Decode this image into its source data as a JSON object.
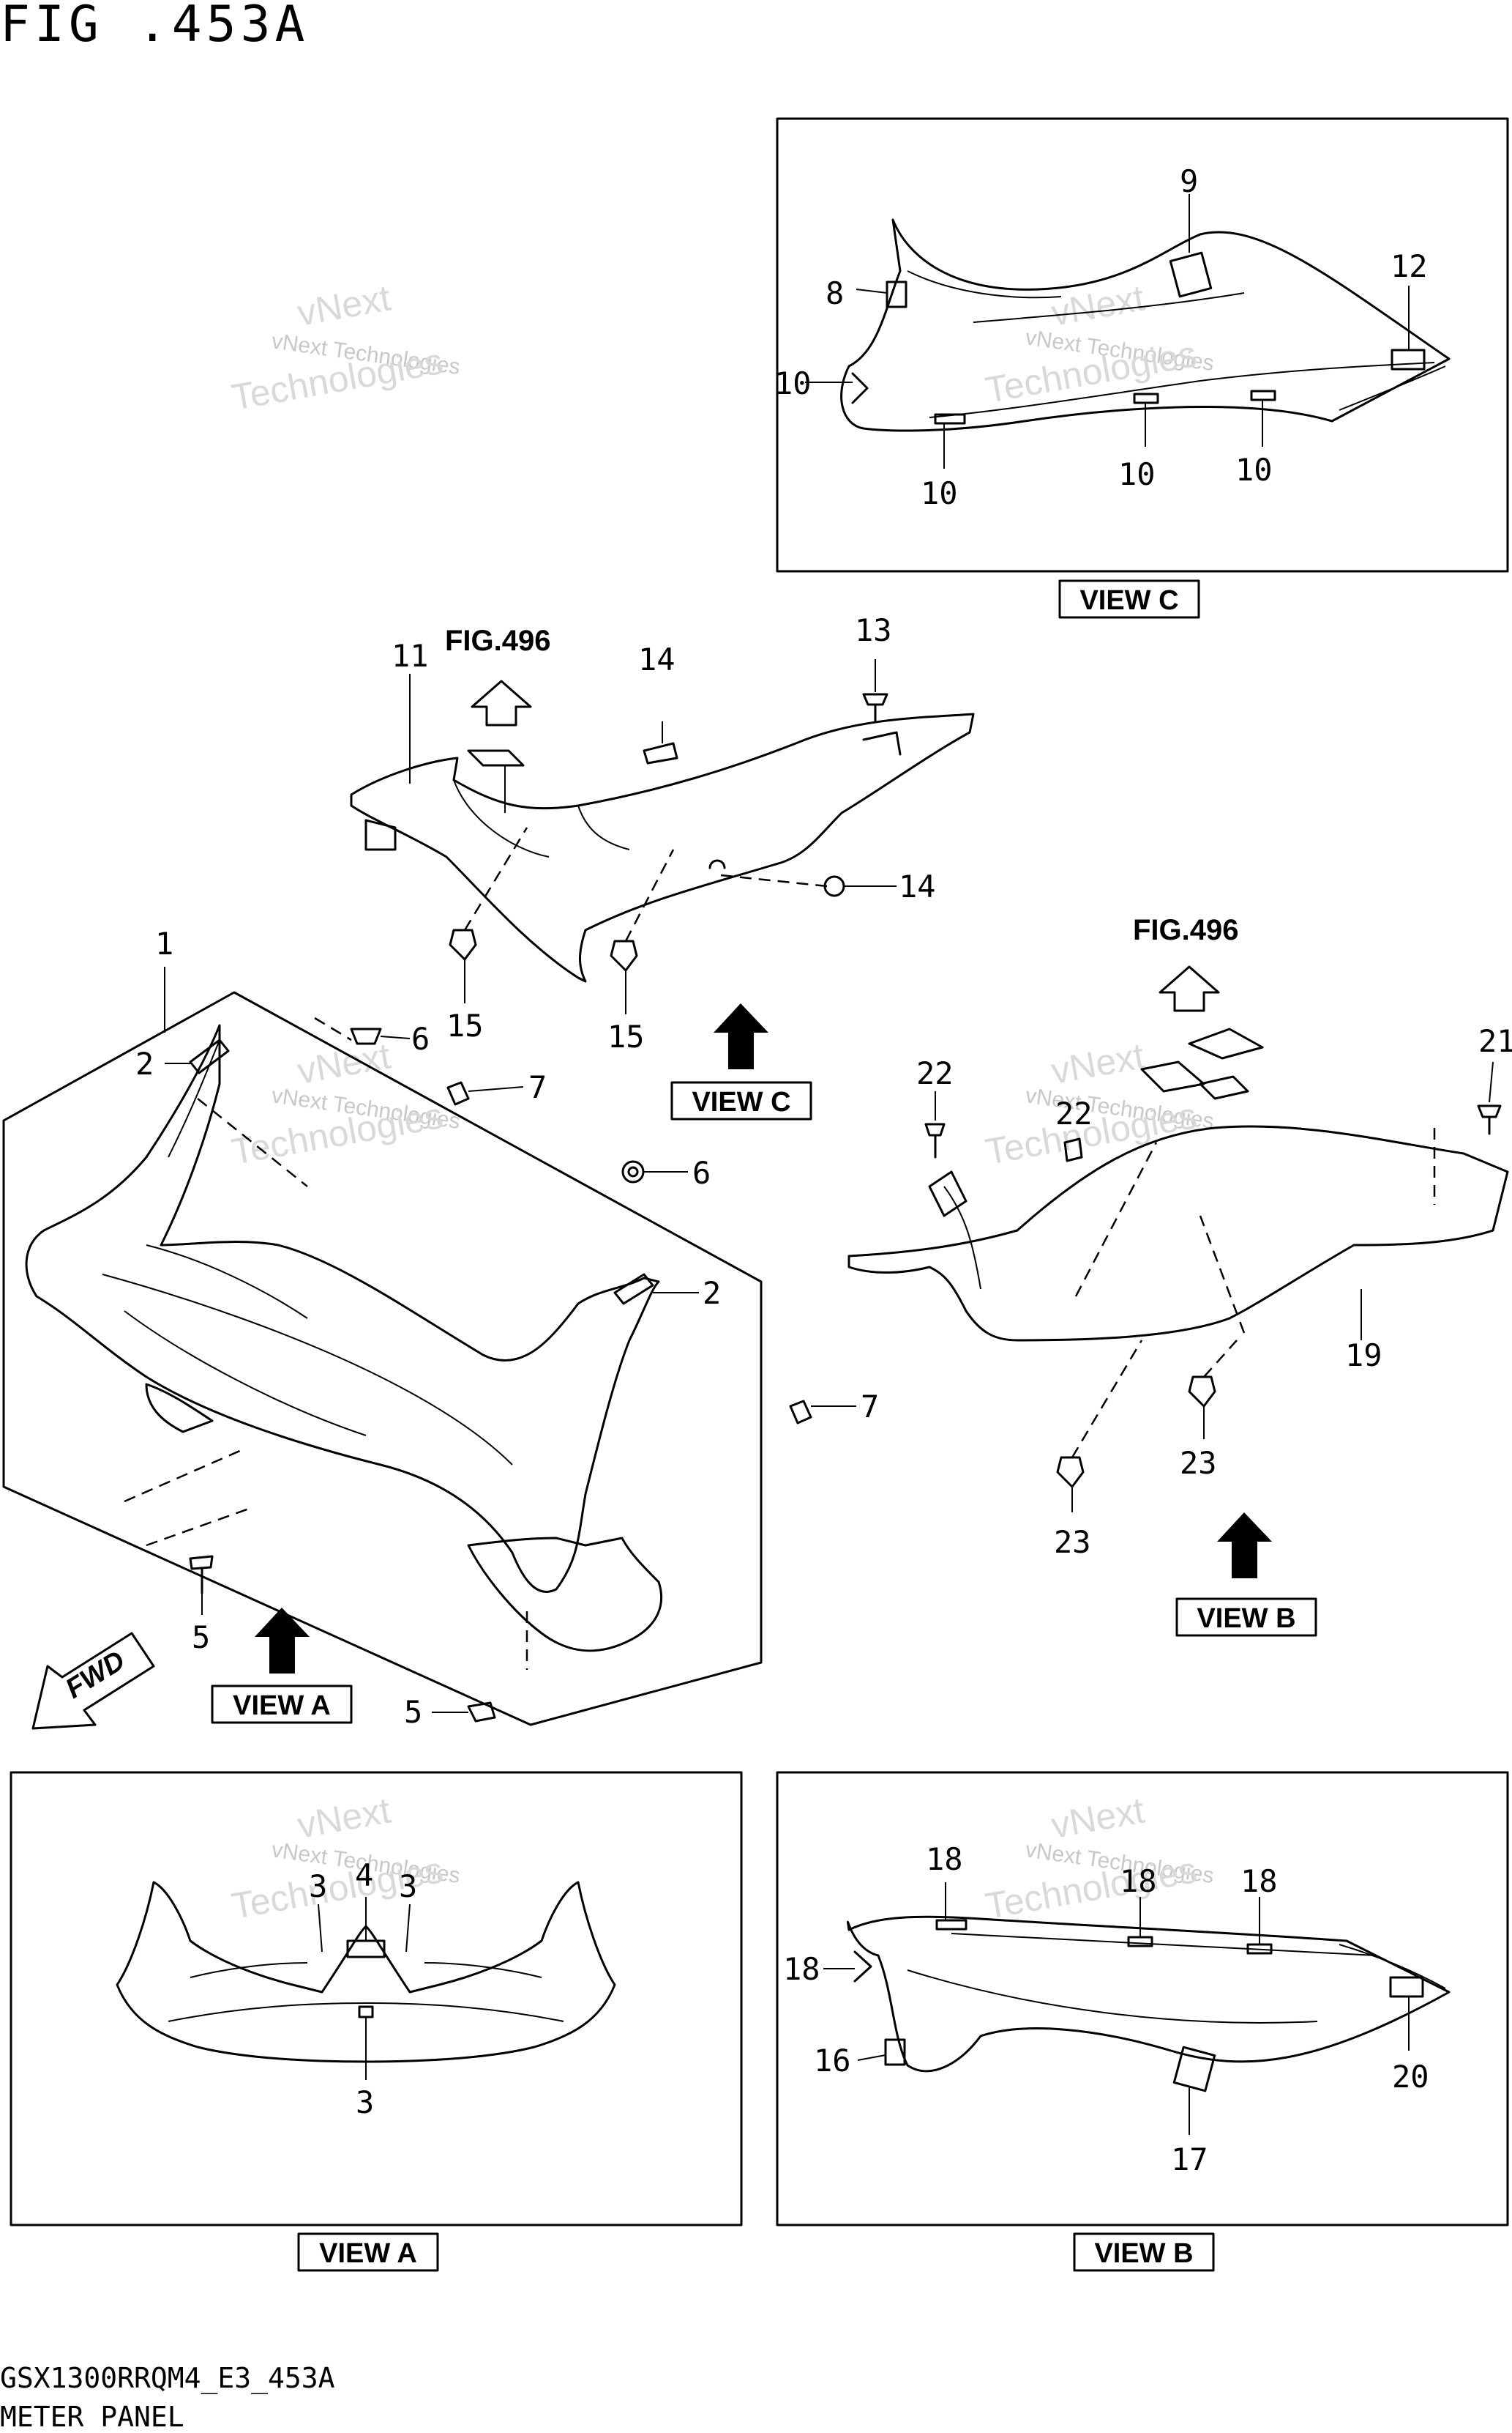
{
  "header": {
    "figure_title": "FIG .453A"
  },
  "footer": {
    "code": "GSX1300RRQM4_E3_453A",
    "part_group": "METER PANEL"
  },
  "figure_references": [
    "FIG.496",
    "FIG.496"
  ],
  "views": {
    "view_a_label": "VIEW A",
    "view_b_label": "VIEW B",
    "view_c_label": "VIEW C"
  },
  "direction_label": "FWD",
  "watermark": {
    "line1": "vNext Technologies",
    "line2": "vNext",
    "line3": "Technologies"
  },
  "callouts": {
    "c1": "1",
    "c2a": "2",
    "c2b": "2",
    "c3a": "3",
    "c3b": "3",
    "c3c": "3",
    "c4": "4",
    "c5a": "5",
    "c5b": "5",
    "c6a": "6",
    "c6b": "6",
    "c7a": "7",
    "c7b": "7",
    "c8": "8",
    "c9": "9",
    "c10a": "10",
    "c10b": "10",
    "c10c": "10",
    "c10d": "10",
    "c11": "11",
    "c12": "12",
    "c13": "13",
    "c14a": "14",
    "c14b": "14",
    "c15a": "15",
    "c15b": "15",
    "c16": "16",
    "c17": "17",
    "c18a": "18",
    "c18b": "18",
    "c18c": "18",
    "c18d": "18",
    "c19": "19",
    "c20": "20",
    "c21": "21",
    "c22a": "22",
    "c22b": "22",
    "c23a": "23",
    "c23b": "23"
  }
}
